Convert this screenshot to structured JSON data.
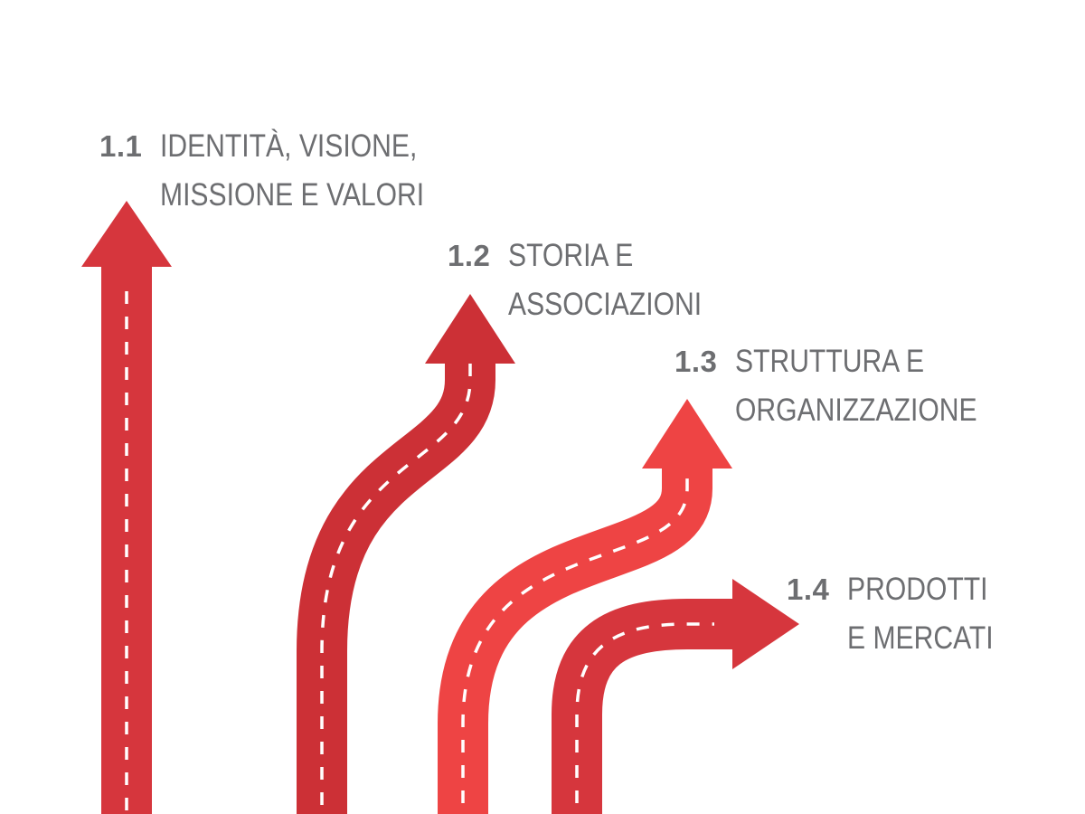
{
  "colors": {
    "arrow_dark": "#cc3036",
    "arrow_mid": "#d6363d",
    "arrow_light": "#ee4444",
    "dash": "#ffffff",
    "text": "#6d6e71"
  },
  "items": [
    {
      "number": "1.1",
      "lines": [
        "IDENTITÀ, VISIONE,",
        "MISSIONE E VALORI"
      ]
    },
    {
      "number": "1.2",
      "lines": [
        "STORIA E",
        "ASSOCIAZIONI"
      ]
    },
    {
      "number": "1.3",
      "lines": [
        "STRUTTURA E",
        "ORGANIZZAZIONE"
      ]
    },
    {
      "number": "1.4",
      "lines": [
        "PRODOTTI",
        "E MERCATI"
      ]
    }
  ]
}
